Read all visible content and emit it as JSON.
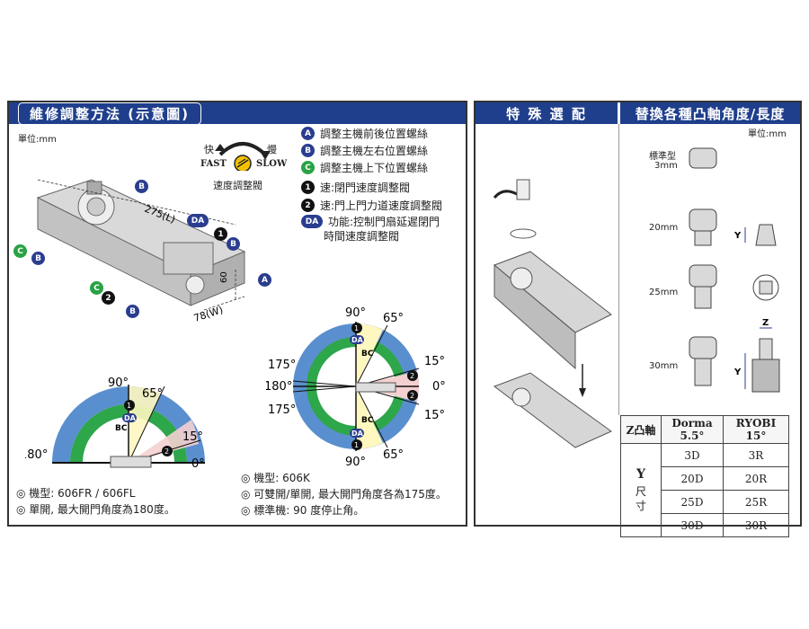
{
  "left": {
    "header": "維修調整方法 (示意圖)",
    "unit": "單位:mm",
    "speed": {
      "fast_cn": "快",
      "slow_cn": "慢",
      "fast": "FAST",
      "slow": "SLOW",
      "label": "速度調整閥"
    },
    "legend": [
      {
        "badge": "A",
        "color": "blue",
        "text": "調整主機前後位置螺絲"
      },
      {
        "badge": "B",
        "color": "blue",
        "text": "調整主機左右位置螺絲"
      },
      {
        "badge": "C",
        "color": "green",
        "text": "調整主機上下位置螺絲"
      },
      {
        "badge": "1",
        "color": "black",
        "text": "速:閉門速度調整閥"
      },
      {
        "badge": "2",
        "color": "black",
        "text": "速:門上門力道速度調整閥"
      },
      {
        "badge": "DA",
        "color": "blue",
        "text": "功能:控制門扇延遲閉門"
      },
      {
        "badge": "",
        "color": "",
        "text": "時間速度調整閥"
      }
    ],
    "dims": {
      "length": "275(L)",
      "width": "78(W)",
      "height": "60"
    },
    "diag180": {
      "a90": "90°",
      "a65": "65°",
      "a15": "15°",
      "a0": "0°",
      "a180": "180°",
      "DA": "DA",
      "BC": "BC",
      "n1": "1",
      "n2": "2"
    },
    "diag175": {
      "a90t": "90°",
      "a65t": "65°",
      "a175t": "175°",
      "a15t": "15°",
      "a180": "180°",
      "a0": "0°",
      "a175b": "175°",
      "a15b": "15°",
      "a65b": "65°",
      "a90b": "90°",
      "DA": "DA",
      "BC": "BC",
      "n1": "1",
      "n2": "2"
    },
    "notes1": [
      "◎ 機型: 606FR / 606FL",
      "◎ 單開, 最大開門角度為180度。"
    ],
    "notes2": [
      "◎ 機型: 606K",
      "◎ 可雙開/單開, 最大開門角度各為175度。",
      "◎ 標準機: 90 度停止角。"
    ]
  },
  "right": {
    "header_special": "特 殊 選 配",
    "header_cam": "替換各種凸軸角度/長度",
    "unit": "單位:mm",
    "cam_labels": [
      "標準型",
      "3mm",
      "20mm",
      "25mm",
      "30mm"
    ],
    "dim_y": "Y",
    "dim_z": "Z",
    "table": {
      "h_z": "Z凸軸",
      "h_dorma": "Dorma 5.5°",
      "h_ryobi": "RYOBI 15°",
      "y_label": "Y",
      "y_sub1": "尺",
      "y_sub2": "寸",
      "rows": [
        [
          "3D",
          "3R"
        ],
        [
          "20D",
          "20R"
        ],
        [
          "25D",
          "25R"
        ],
        [
          "30D",
          "30R"
        ]
      ]
    }
  }
}
